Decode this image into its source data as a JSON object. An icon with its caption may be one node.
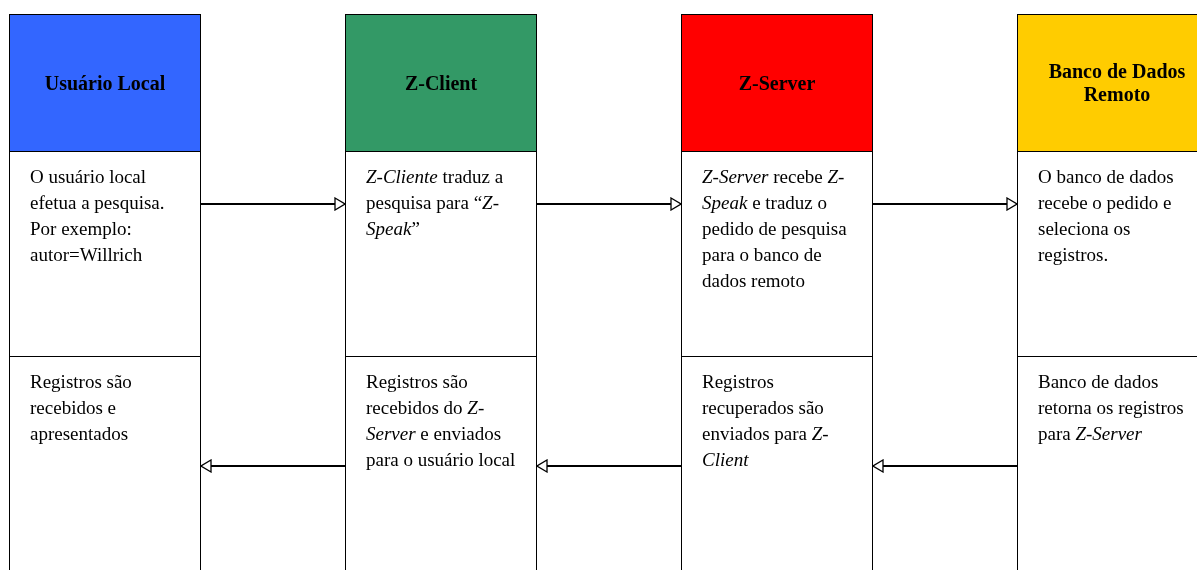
{
  "diagram": {
    "nodes": [
      {
        "text": [
          "Usuário Local"
        ]
      },
      {
        "text": [
          "O usuário local efetua a pesquisa. Por exemplo: autor=Willrich"
        ],
        "in": 0
      },
      {
        "text": [
          "Registros são recebidos e apresentados"
        ],
        "in": 0
      },
      {
        "text": [
          "Z-Client"
        ]
      },
      {
        "text": [
          "*Z-Cliente* traduz a pesquisa para “*Z-Speak*”"
        ],
        "in": 3
      },
      {
        "text": [
          "Registros são recebidos do *Z-Server* e enviados para o usuário local"
        ],
        "in": 3
      },
      {
        "text": [
          "Z-Server"
        ]
      },
      {
        "text": [
          "*Z-Server* recebe *Z-Speak* e traduz o pedido de pesquisa para o banco de dados remoto"
        ],
        "in": 6
      },
      {
        "text": [
          "Registros recuperados são enviados para *Z-Client*"
        ],
        "in": 6
      },
      {
        "text": [
          "Banco de Dados Remoto"
        ]
      },
      {
        "text": [
          "O banco de dados recebe o pedido e seleciona os registros."
        ],
        "in": 9
      },
      {
        "text": [
          "Banco de dados retorna os registros para *Z-Server*"
        ],
        "in": 9
      }
    ],
    "edges": [
      {
        "from": 1,
        "to": 4,
        "arrow": "to"
      },
      {
        "from": 4,
        "to": 7,
        "arrow": "to"
      },
      {
        "from": 7,
        "to": 10,
        "arrow": "to"
      },
      {
        "from": 5,
        "to": 2,
        "arrow": "to"
      },
      {
        "from": 8,
        "to": 5,
        "arrow": "to"
      },
      {
        "from": 11,
        "to": 8,
        "arrow": "to"
      }
    ]
  }
}
